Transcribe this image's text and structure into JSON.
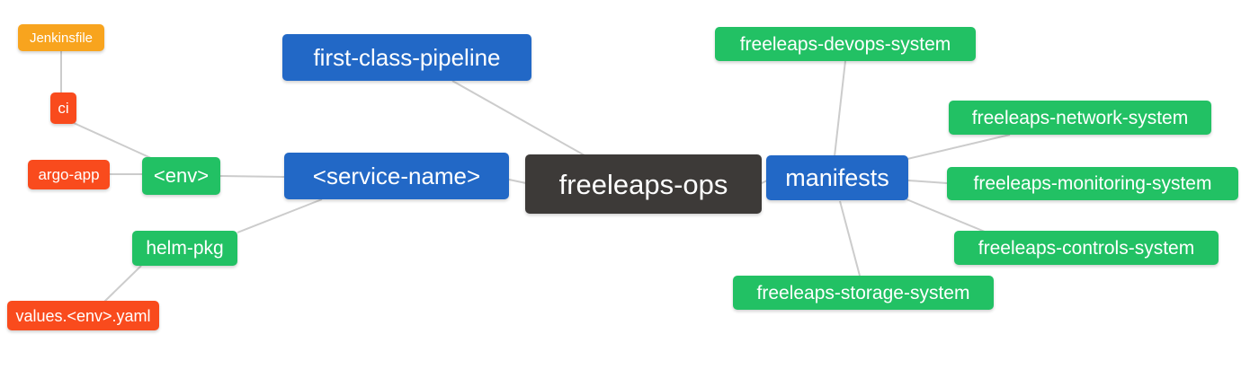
{
  "diagram": {
    "type": "mindmap",
    "root_label": "freeleaps-ops"
  },
  "palette": {
    "blue": "#2268c6",
    "green": "#22c164",
    "red": "#f94b1d",
    "amber": "#f8a41e",
    "dark": "#3d3a38",
    "edge": "#cccccc",
    "text": "#ffffff",
    "background": "#ffffff"
  },
  "nodes": [
    {
      "id": "jenkinsfile",
      "label": "Jenkinsfile",
      "color": "amber"
    },
    {
      "id": "ci",
      "label": "ci",
      "color": "red"
    },
    {
      "id": "argo-app",
      "label": "argo-app",
      "color": "red"
    },
    {
      "id": "env",
      "label": "<env>",
      "color": "green"
    },
    {
      "id": "helm-pkg",
      "label": "helm-pkg",
      "color": "green"
    },
    {
      "id": "values-env-yaml",
      "label": "values.<env>.yaml",
      "color": "red"
    },
    {
      "id": "first-class-pipeline",
      "label": "first-class-pipeline",
      "color": "blue"
    },
    {
      "id": "service-name",
      "label": "<service-name>",
      "color": "blue"
    },
    {
      "id": "freeleaps-ops",
      "label": "freeleaps-ops",
      "color": "dark"
    },
    {
      "id": "manifests",
      "label": "manifests",
      "color": "blue"
    },
    {
      "id": "freeleaps-devops-system",
      "label": "freeleaps-devops-system",
      "color": "green"
    },
    {
      "id": "freeleaps-network-system",
      "label": "freeleaps-network-system",
      "color": "green"
    },
    {
      "id": "freeleaps-monitoring-system",
      "label": "freeleaps-monitoring-system",
      "color": "green"
    },
    {
      "id": "freeleaps-controls-system",
      "label": "freeleaps-controls-system",
      "color": "green"
    },
    {
      "id": "freeleaps-storage-system",
      "label": "freeleaps-storage-system",
      "color": "green"
    }
  ],
  "edges": [
    {
      "from": "jenkinsfile",
      "to": "ci"
    },
    {
      "from": "ci",
      "to": "env"
    },
    {
      "from": "argo-app",
      "to": "env"
    },
    {
      "from": "env",
      "to": "service-name"
    },
    {
      "from": "service-name",
      "to": "helm-pkg"
    },
    {
      "from": "helm-pkg",
      "to": "values-env-yaml"
    },
    {
      "from": "first-class-pipeline",
      "to": "freeleaps-ops"
    },
    {
      "from": "service-name",
      "to": "freeleaps-ops"
    },
    {
      "from": "freeleaps-ops",
      "to": "manifests"
    },
    {
      "from": "manifests",
      "to": "freeleaps-devops-system"
    },
    {
      "from": "manifests",
      "to": "freeleaps-network-system"
    },
    {
      "from": "manifests",
      "to": "freeleaps-monitoring-system"
    },
    {
      "from": "manifests",
      "to": "freeleaps-controls-system"
    },
    {
      "from": "manifests",
      "to": "freeleaps-storage-system"
    }
  ]
}
